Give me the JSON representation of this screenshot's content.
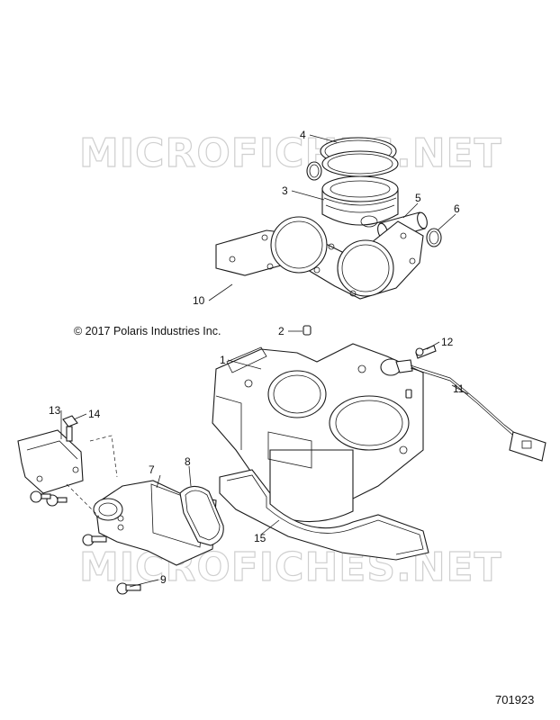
{
  "watermark": "MICROFICHES.NET",
  "copyright": "© 2017 Polaris Industries Inc.",
  "figure_number": "701923",
  "callouts": [
    "1",
    "2",
    "3",
    "4",
    "5",
    "6",
    "7",
    "8",
    "9",
    "10",
    "11",
    "12",
    "13",
    "14",
    "15"
  ]
}
